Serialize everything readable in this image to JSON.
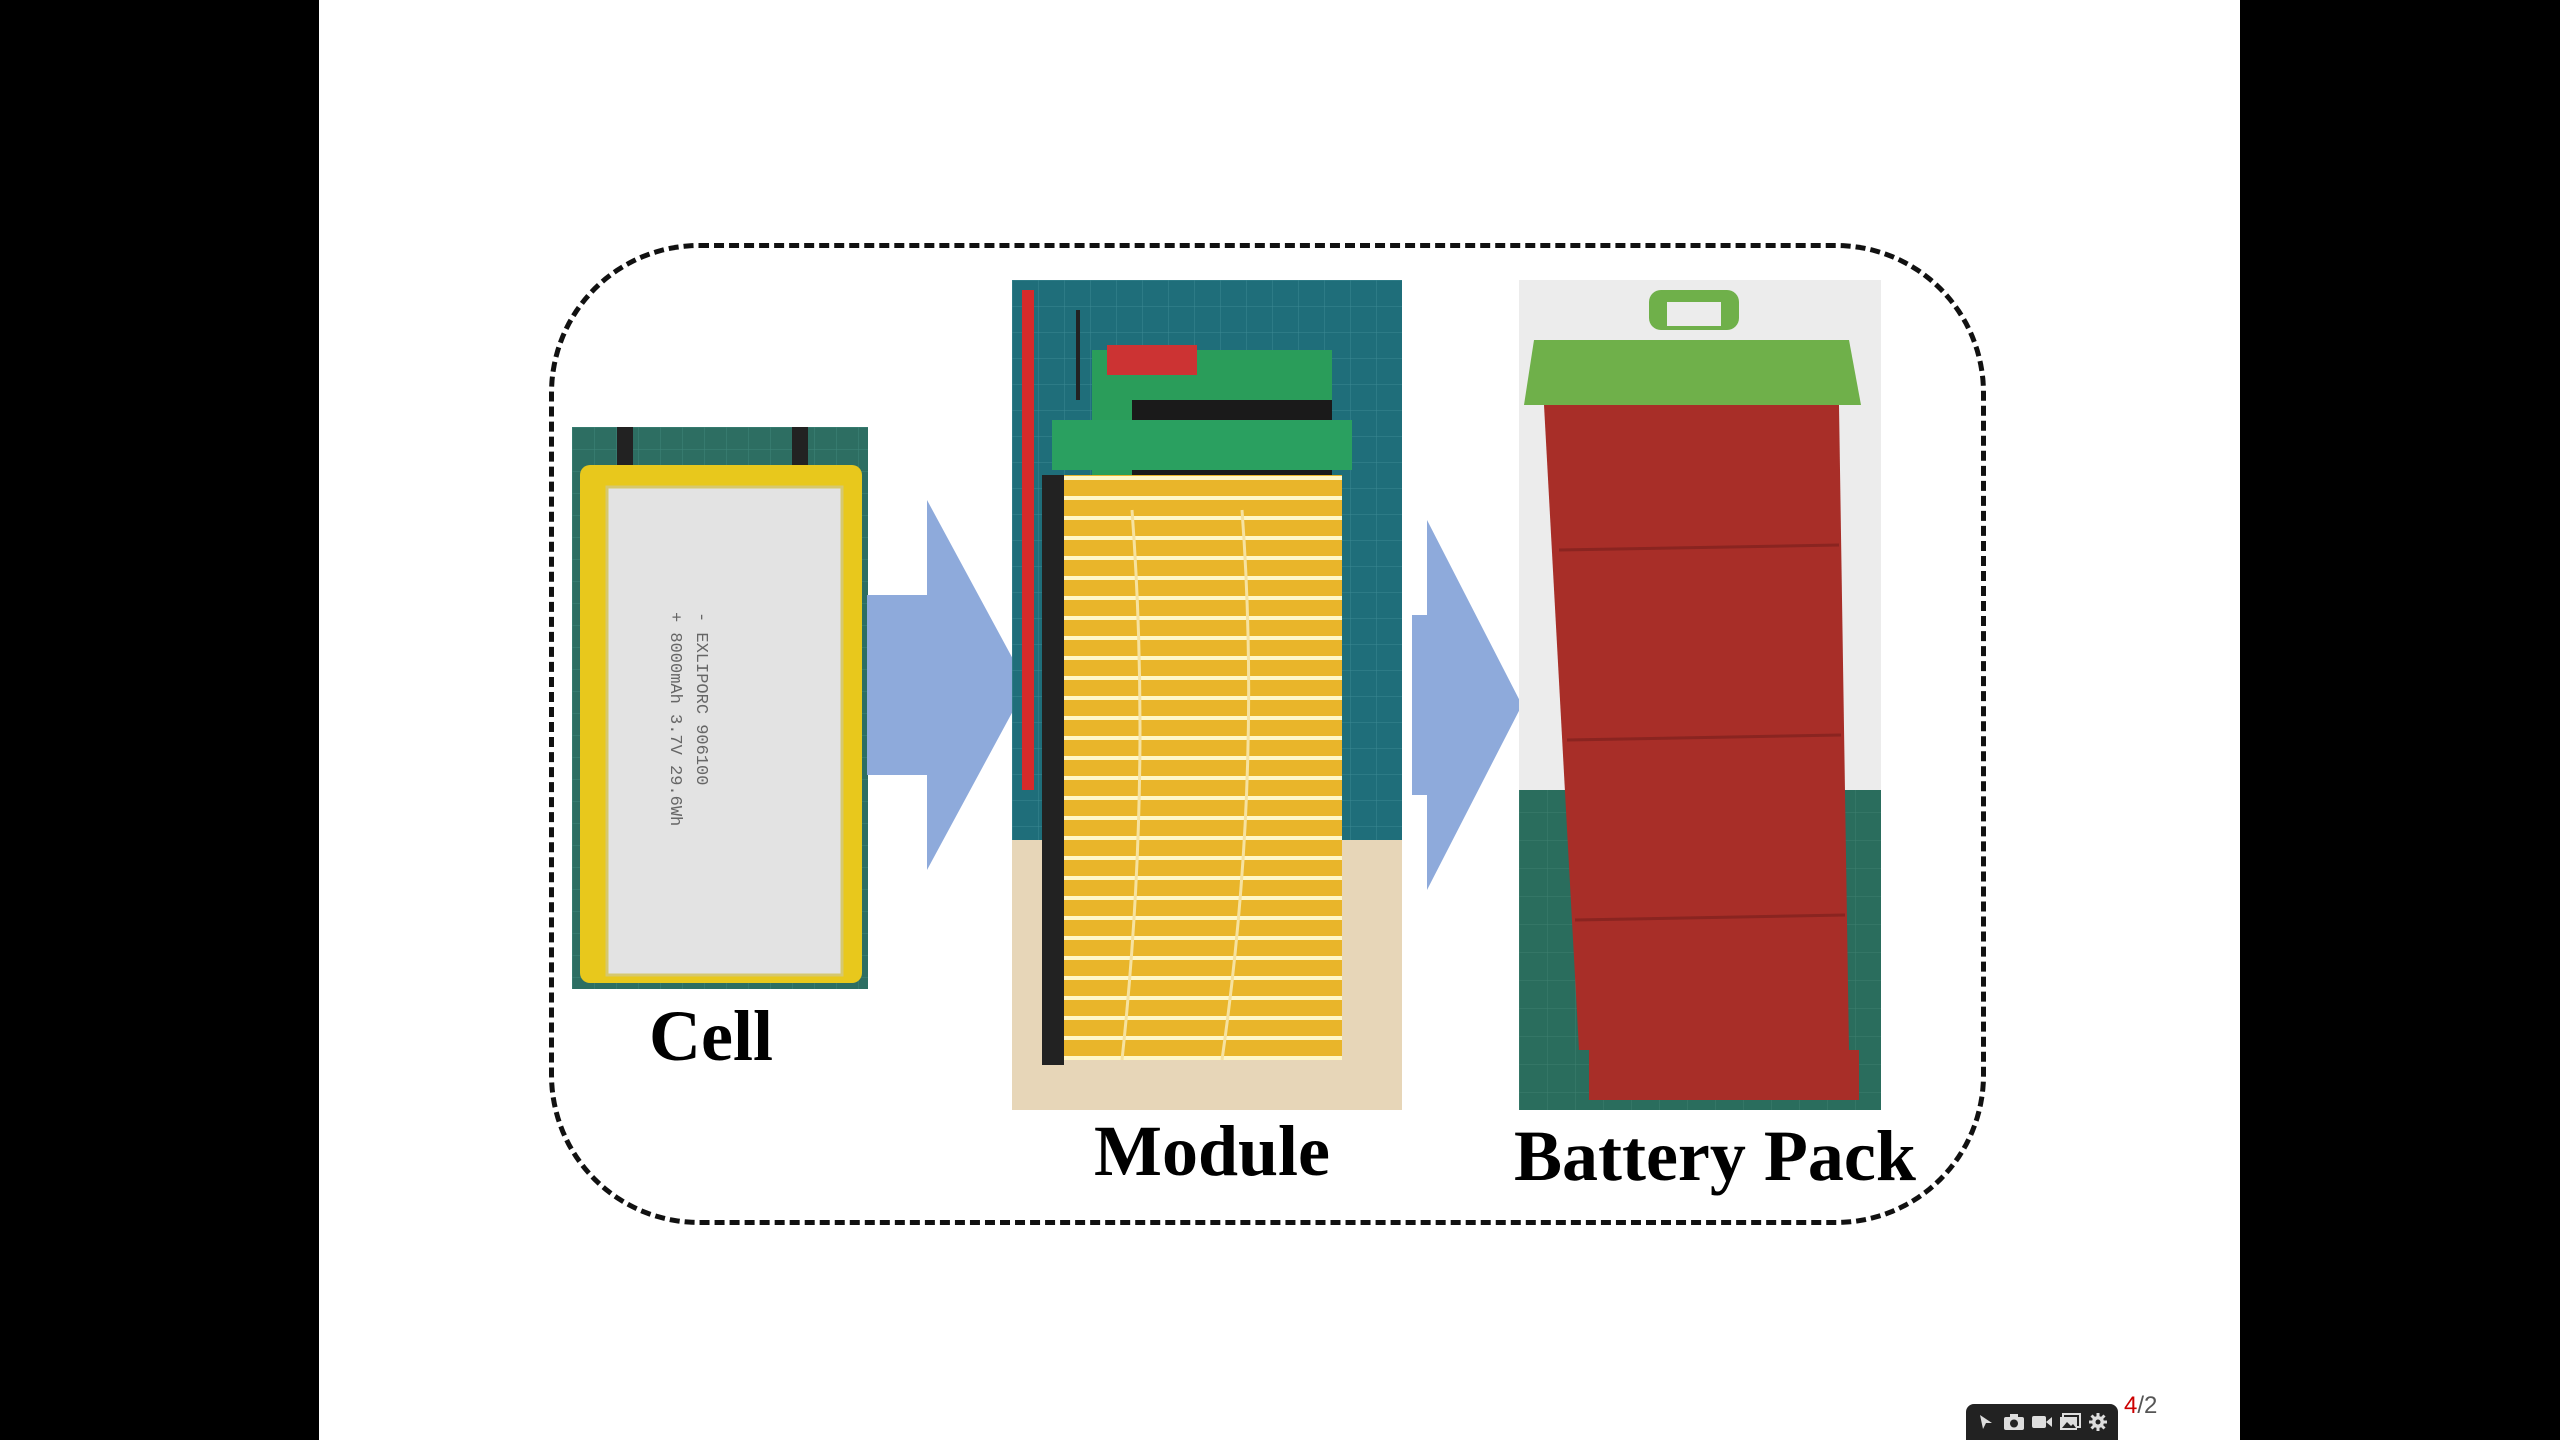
{
  "slide": {
    "labels": {
      "cell": "Cell",
      "module": "Module",
      "pack": "Battery Pack"
    },
    "cell_print": {
      "line1": "- EXLIPORC  906100",
      "line2": "+ 8000mAh  3.7V  29.6Wh"
    }
  },
  "pager": {
    "current": "4",
    "separator": "/",
    "total": "2"
  },
  "colors": {
    "arrow": "#8eaadb",
    "cell_yellow": "#e8c81c",
    "module_yellow": "#e9b52a",
    "pack_red": "#a82e28",
    "pack_green": "#6fb04a",
    "mat_green": "#2a6d5d"
  },
  "toolbar": {
    "icons": [
      "pointer-icon",
      "camera-icon",
      "video-icon",
      "gallery-icon",
      "gear-icon"
    ]
  }
}
